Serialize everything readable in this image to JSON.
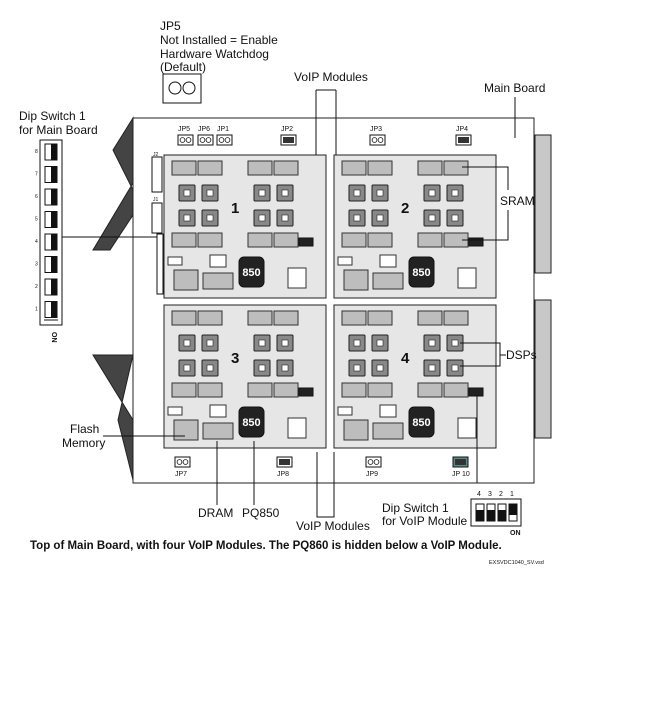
{
  "labels": {
    "jp5_title": "JP5",
    "jp5_line1": "Not Installed = Enable",
    "jp5_line2": "Hardware Watchdog",
    "jp5_line3": "(Default)",
    "voip_modules_top": "VoIP Modules",
    "voip_modules_bottom": "VoIP Modules",
    "main_board": "Main Board",
    "dip_main_line1": "Dip  Switch  1",
    "dip_main_line2": "for Main Board",
    "sram": "SRAM",
    "dsps": "DSPs",
    "flash_line1": "Flash",
    "flash_line2": "Memory",
    "dram": "DRAM",
    "pq850": "PQ850",
    "dip_voip_line1": "Dip  Switch  1",
    "dip_voip_line2": "for VoIP Module",
    "on": "ON",
    "on_side": "ON",
    "j2": "J2",
    "j1": "J1"
  },
  "jumpers": {
    "jp5": "JP5",
    "jp6": "JP6",
    "jp1": "JP1",
    "jp2": "JP2",
    "jp3": "JP3",
    "jp4": "JP4",
    "jp7": "JP7",
    "jp8": "JP8",
    "jp9": "JP9",
    "jp10": "JP 10"
  },
  "modules": [
    {
      "number": "1",
      "chip": "850"
    },
    {
      "number": "2",
      "chip": "850"
    },
    {
      "number": "3",
      "chip": "850"
    },
    {
      "number": "4",
      "chip": "850"
    }
  ],
  "dip_main_numbers": [
    "8",
    "7",
    "6",
    "5",
    "4",
    "3",
    "2",
    "1"
  ],
  "dip_voip_numbers": [
    "4",
    "3",
    "2",
    "1"
  ],
  "caption": "Top of Main Board, with four VoIP Modules. The PQ860 is hidden below a VoIP Module.",
  "filename": "EXSVDC1040_SV.vsd"
}
